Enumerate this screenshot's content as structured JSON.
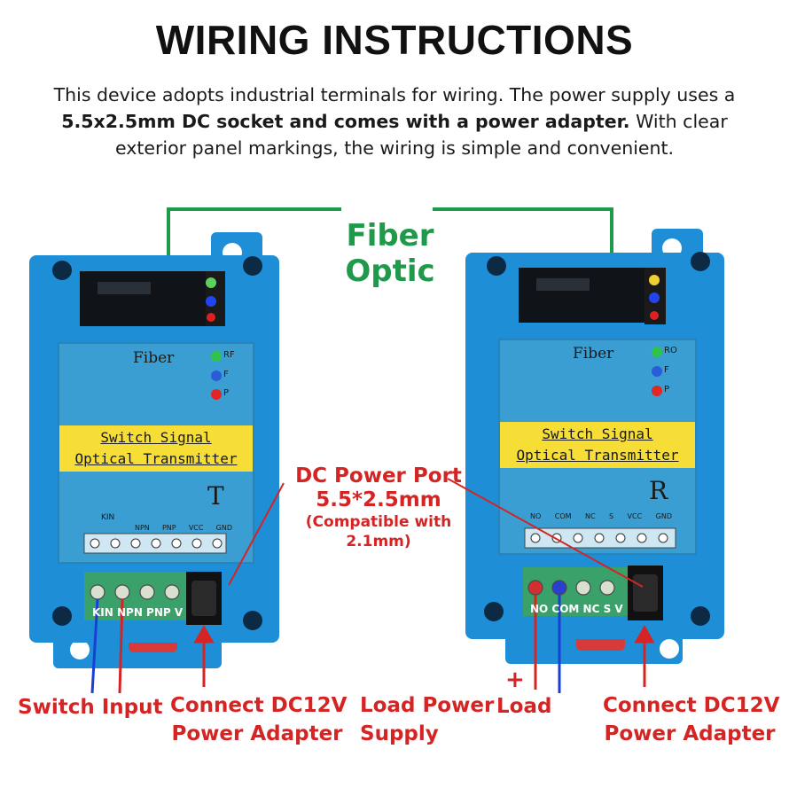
{
  "title": "WIRING INSTRUCTIONS",
  "intro": {
    "part1": "This device  adopts industrial terminals for wiring. The power supply uses a ",
    "bold": "5.5x2.5mm DC socket and comes with a power adapter.",
    "part2": " With clear exterior panel markings, the wiring is simple and convenient."
  },
  "fiber_label": {
    "line1": "Fiber",
    "line2": "Optic"
  },
  "dc_port": {
    "line1": "DC Power Port",
    "line2": "5.5*2.5mm",
    "line3": "(Compatible with",
    "line4": "2.1mm)"
  },
  "transmitter": {
    "brand": "Fiber",
    "leds": [
      "RF",
      "F",
      "P"
    ],
    "label_line1": "Switch Signal",
    "label_line2": "Optical Transmitter",
    "letter": "T",
    "relay_label": "KIN",
    "panel_terms": [
      "NPN",
      "PNP",
      "VCC",
      "GND"
    ],
    "terminal_labels": "KIN  NPN PNP V"
  },
  "receiver": {
    "brand": "Fiber",
    "leds": [
      "RO",
      "F",
      "P"
    ],
    "label_line1": "Switch Signal",
    "label_line2": "Optical Transmitter",
    "letter": "R",
    "panel_terms": [
      "NO",
      "COM",
      "NC",
      "S",
      "VCC",
      "GND"
    ],
    "terminal_labels": "NO COM NC  S  V"
  },
  "callouts": {
    "switch_input": "Switch Input",
    "connect_left_1": "Connect DC12V",
    "connect_left_2": "Power Adapter",
    "load_power_1": "Load Power",
    "load_power_2": "Supply",
    "plus": "+",
    "load": "Load",
    "connect_right_1": "Connect DC12V",
    "connect_right_2": "Power Adapter"
  },
  "colors": {
    "device_blue": "#1e8fd6",
    "panel_blue": "#3a9ed2",
    "fiber_green": "#1f9a4a",
    "callout_red": "#d42424",
    "wire_blue": "#1a3fd6"
  }
}
